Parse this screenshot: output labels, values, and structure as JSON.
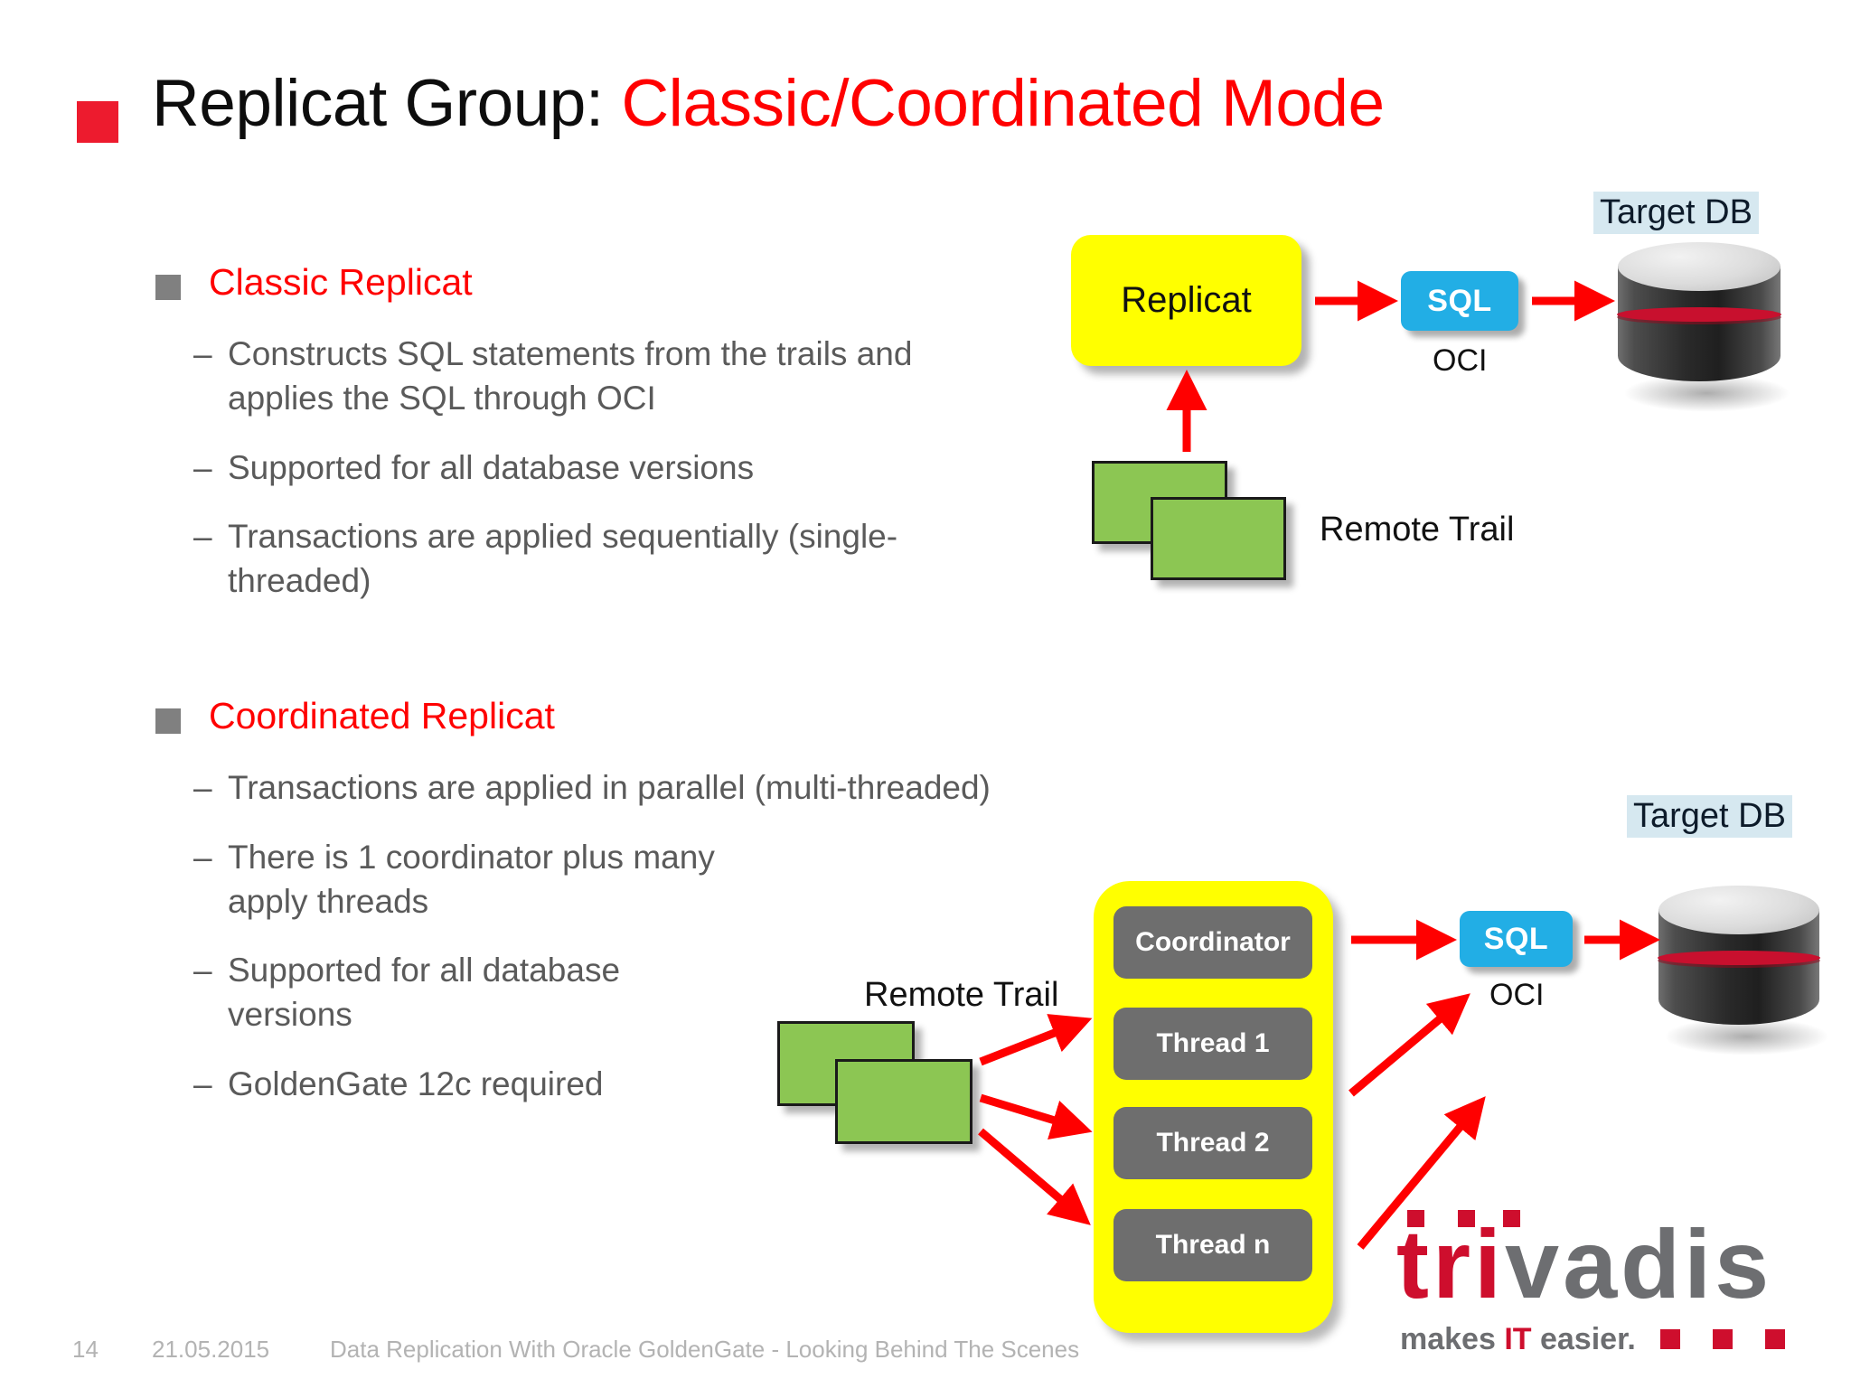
{
  "slide": {
    "title_main": "Replicat Group: ",
    "title_accent": "Classic/Coordinated Mode",
    "accent_color": "#FF0000",
    "brand_square_color": "#ED1B2E"
  },
  "content": {
    "sections": [
      {
        "heading": "Classic Replicat",
        "bullets": [
          "Constructs SQL statements from the trails and applies the SQL through OCI",
          "Supported for all database versions",
          "Transactions are applied sequentially (single-threaded)"
        ]
      },
      {
        "heading": "Coordinated Replicat",
        "bullets": [
          "Transactions are applied in parallel (multi-threaded)",
          "There is 1 coordinator plus many apply threads",
          "Supported for all database versions",
          "GoldenGate 12c required"
        ]
      }
    ]
  },
  "diagram_classic": {
    "replicat_label": "Replicat",
    "sql_label": "SQL",
    "oci_label": "OCI",
    "target_db_label": "Target DB",
    "trail_label": "Remote Trail",
    "colors": {
      "replicat_fill": "#FFFF00",
      "sql_fill": "#22AEE5",
      "trail_fill": "#8CC653",
      "arrow": "#FF0000",
      "target_db_highlight": "#D6E8F0"
    }
  },
  "diagram_coordinated": {
    "trail_label": "Remote Trail",
    "boxes": [
      "Coordinator",
      "Thread 1",
      "Thread 2",
      "Thread n"
    ],
    "sql_label": "SQL",
    "oci_label": "OCI",
    "target_db_label": "Target DB",
    "colors": {
      "container_fill": "#FFFF00",
      "thread_fill": "#6E6E6E",
      "sql_fill": "#22AEE5",
      "trail_fill": "#8CC653",
      "arrow": "#FF0000"
    }
  },
  "footer": {
    "page_number": "14",
    "date": "21.05.2015",
    "presentation_title": "Data Replication With Oracle GoldenGate - Looking Behind The Scenes"
  },
  "logo": {
    "name_red": "tri",
    "name_gray": "vadis",
    "tagline_pre": "makes ",
    "tagline_accent": "IT",
    "tagline_post": " easier."
  }
}
